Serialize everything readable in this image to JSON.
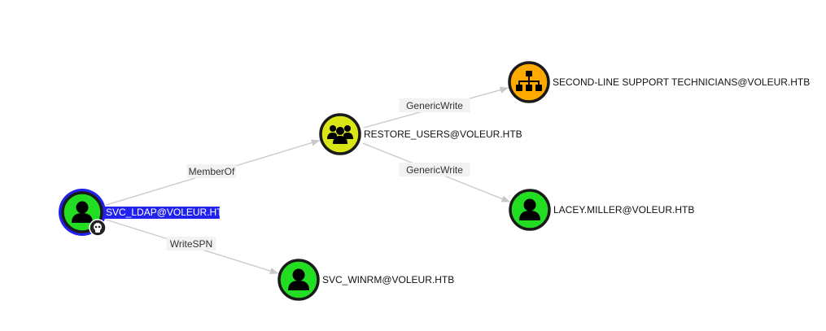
{
  "graph": {
    "nodes": [
      {
        "id": "svc_ldap",
        "label": "SVC_LDAP@VOLEUR.HTB",
        "type": "user",
        "color": "#22dd22",
        "selected": true,
        "owned": true
      },
      {
        "id": "restore_users",
        "label": "RESTORE_USERS@VOLEUR.HTB",
        "type": "group",
        "color": "#dbe617",
        "selected": false,
        "owned": false
      },
      {
        "id": "second_line",
        "label": "SECOND-LINE SUPPORT TECHNICIANS@VOLEUR.HTB",
        "type": "ou",
        "color": "#ffaa00",
        "selected": false,
        "owned": false
      },
      {
        "id": "lacey_miller",
        "label": "LACEY.MILLER@VOLEUR.HTB",
        "type": "user",
        "color": "#22dd22",
        "selected": false,
        "owned": false
      },
      {
        "id": "svc_winrm",
        "label": "SVC_WINRM@VOLEUR.HTB",
        "type": "user",
        "color": "#22dd22",
        "selected": false,
        "owned": false
      }
    ],
    "edges": [
      {
        "from": "svc_ldap",
        "to": "restore_users",
        "label": "MemberOf"
      },
      {
        "from": "restore_users",
        "to": "second_line",
        "label": "GenericWrite"
      },
      {
        "from": "restore_users",
        "to": "lacey_miller",
        "label": "GenericWrite"
      },
      {
        "from": "svc_ldap",
        "to": "svc_winrm",
        "label": "WriteSPN"
      }
    ],
    "selection_color": "#2222ee",
    "owned_badge_icon": "skull-icon"
  }
}
